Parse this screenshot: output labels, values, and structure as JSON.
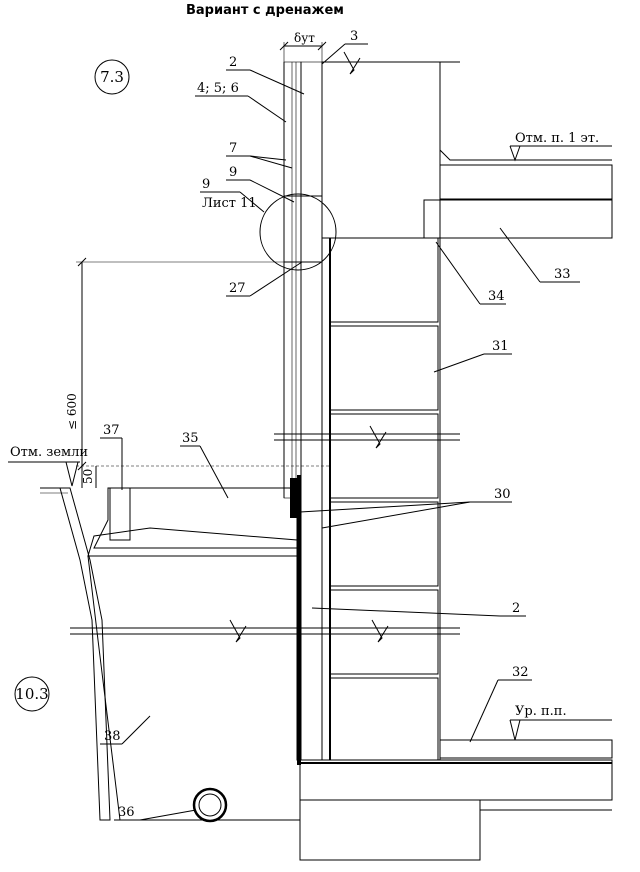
{
  "title": "Вариант с дренажем",
  "markers": {
    "node_top": "7.3",
    "node_bottom": "10.3"
  },
  "dimensions": {
    "insulation_thickness": "δут",
    "height_limit": "≤ 600",
    "offset": "50"
  },
  "levels": {
    "first_floor": "Отм. п. 1 эт.",
    "ground": "Отм. земли",
    "floor": "Ур. п.п."
  },
  "callouts": {
    "c2_top": "2",
    "c3": "3",
    "c456": "4; 5; 6",
    "c7": "7",
    "c9": "9",
    "sheet": "Лист 11",
    "c27": "27",
    "c33": "33",
    "c34": "34",
    "c31": "31",
    "c37": "37",
    "c35": "35",
    "c30": "30",
    "c2_bottom": "2",
    "c32": "32",
    "c38": "38",
    "c36": "36"
  }
}
